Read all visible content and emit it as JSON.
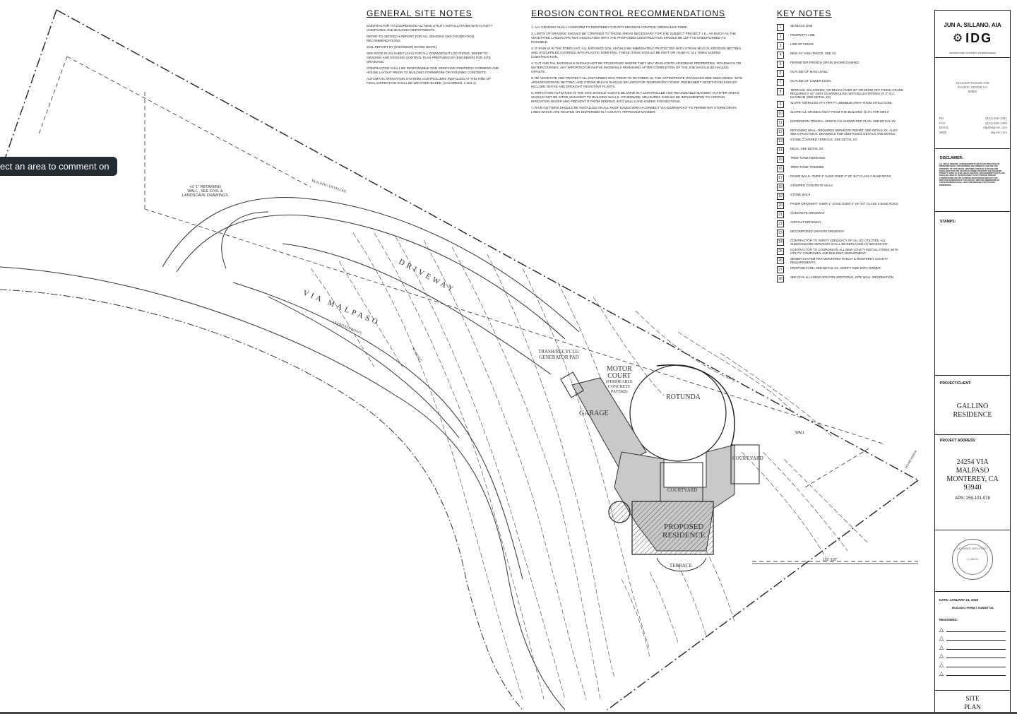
{
  "tooltip": {
    "text": "ect an area to comment on"
  },
  "general_notes": {
    "title": "GENERAL SITE NOTES",
    "items": [
      "CONTRACTOR TO COORDINATE ALL NEW UTILITY INSTALLATIONS WITH UTILITY COMPANIES AND BUILDING DEPARTMENTS.",
      "REFER TO GEOTECH REPORT FOR ALL GRADING AND FOUNDATION RECOMMENDATIONS.",
      "SOIL REPORT BY (ENGINEER) DATED (DATE).",
      "SEE ROOF PLAN SHEET (AXX) FOR ALL DOWNSPOUT LOCATIONS. REFER TO GRADING AND EROSION CONTROL PLAN PREPARED BY (ENGINEER) FOR SITE DRAINAGE.",
      "CONTRACTOR SHALL BE RESPONSIBLE FOR VERIFYING PROPERTY CORNERS AND HOUSE LAYOUT PRIOR TO BUILDING FORMWORK OR POURING CONCRETE.",
      "AUTOMATIC IRRIGATION SYSTEMS CONTROLLERS INSTALLED AT THE TIME OF FINAL INSPECTION SHALL BE WEATHER BASED. (CALGREEN, 4.304.1)"
    ]
  },
  "erosion": {
    "title": "EROSION CONTROL RECOMMENDATIONS",
    "items": [
      "1. ALL GRADING SHALL CONFORM TO MONTEREY COUNTY EROSION CONTROL ORDINANCE #2806.",
      "2. LIMITS OF GRADING SHOULD BE CONFINED TO THOSE AREAS NECESSARY FOR THE SUBJECT PROJECT. I.E., AS MUCH AS THE VEGETATED LANDSCAPE NOT ASSOCIATED WITH THE PROPOSED CONSTRUCTION SHOULD BE LEFT AS UNDISTURBED AS POSSIBLE.",
      "3. IF RAIN IS IN THE FORECAST, ALL EXPOSED SOIL SHOULD BE IMMEDIATELY PROTECTED WITH STRAW MULCH, EROSION NETTING, AND STOCKPILES COVERED WITH PLASTIC SHEETING. THESE ITEMS SHOULD BE KEPT ON HAND AT ALL TIMES DURING CONSTRUCTION.",
      "4. CUT AND FILL MATERIALS SHOULD NOT BE STOCKPILED WHERE THEY MAY WASH ONTO ADJOINING PROPERTIES, ROADWAYS OR WATERCOURSES. ANY IMPORTED OR NATIVE MATERIALS REMAINING AFTER COMPLETION OF THE JOB SHOULD BE HAULED OFFSITE.",
      "5. RE-VEGETATE AND PROTECT ALL DISTURBED SOIL PRIOR TO OCTOBER 15. THE APPROPRIATE GRASS/LEGUME SEED MIXES, JUTE AND/OR EROSION NETTING, AND STRAW MULCH SHOULD BE USED FOR TEMPORARY COVER. PERMANENT VEGETATION SHOULD INCLUDE NATIVE AND DROUGHT RESISTANT PLANTS.",
      "6. IRRIGATION ACTIVITIES AT THE SITE SHOULD ALWAYS BE DONE IN A CONTROLLED AND REASONABLE MANNER. PLANTER AREAS SHOULD NOT BE SITED ADJACENT TO BUILDING WALLS. OTHERWISE, MEASURES SHOULD BE IMPLEMENTED TO CONTAIN IRRIGATION WATER AND PREVENT IT FROM SEEPING INTO WALLS AND UNDER FOUNDATIONS.",
      "7. RAIN GUTTERS SHOULD BE INSTALLED ON ALL ROOF EAVES WHICH CONNECT VIA DOWNSPOUT TO PERIMETER STORM DRAIN LINES WHICH ARE ROUTED OR DISPERSED IN A COUNTY APPROVED MANNER."
    ]
  },
  "key_notes": {
    "title": "KEY NOTES",
    "items": [
      {
        "n": "1",
        "t": "SETBACK LINE"
      },
      {
        "n": "2",
        "t": "PROPERTY LINE"
      },
      {
        "n": "3",
        "t": "LINE OF FENCE"
      },
      {
        "n": "4",
        "t": "NEW XX' HIGH FENCE, SEE XX"
      },
      {
        "n": "5",
        "t": "PERIMETER FRENCH DRAIN SHOWN DASHED"
      },
      {
        "n": "6",
        "t": "OUTLINE OF MAIN LEVEL"
      },
      {
        "n": "7",
        "t": "OUTLINE OF LOWER LEVEL"
      },
      {
        "n": "8",
        "t": "TERRACE, BALCONIES, OR DECKS OVER 30\" OR MORE OFF FINISH GRADE REQUIRES A 42\" HIGH GUARDRAILING WITH BALUSTRADES AT 4\" O.C. MAXIMUM (SEE DETAIL XX)"
      },
      {
        "n": "9",
        "t": "SLOPE TERRACES AT 5 PER FT. MINIMUM AWAY FROM STRUCTURE"
      },
      {
        "n": "10",
        "t": "SLOPE ALL GRADES AWAY FROM THE BUILDING @ 2% FOR MIN 3'"
      },
      {
        "n": "11",
        "t": "DISPERSION TRENCH, LENGTH AS SHOWN PER PLAN, SEE DETAIL XX"
      },
      {
        "n": "12",
        "t": "RETAINING WALL- REQUIRES SEPARATE PERMIT, SEE DETAIL XX, ALSO SEE STRUCTURAL DRAWINGS FOR ADDITIONAL DETAILS AND NOTES."
      },
      {
        "n": "13",
        "t": "STONE COVERED TERRACE, SEE DETAIL XX"
      },
      {
        "n": "14",
        "t": "DECK, SEE DETAIL XX"
      },
      {
        "n": "15",
        "t": "TREE TO BE REMOVED"
      },
      {
        "n": "16",
        "t": "TREE TO BE TRIMMED"
      },
      {
        "n": "17",
        "t": "PAVER WALK- OVER 1\" SAND OVER 2\" OF 3/4\" CLASS II BASE ROCK"
      },
      {
        "n": "18",
        "t": "STAMPED CONCRETE WALK"
      },
      {
        "n": "19",
        "t": "STONE WALK"
      },
      {
        "n": "20",
        "t": "PAVER DRIVEWAY- OVER 1\" SAND OVER 6\" OF 3/4\" CLASS II BASE ROCK"
      },
      {
        "n": "21",
        "t": "CONCRETE DRIVEWAY"
      },
      {
        "n": "22",
        "t": "ASPHALT DRIVEWAY"
      },
      {
        "n": "23",
        "t": "DECOMPOSED GRANITE DRIVEWAY"
      },
      {
        "n": "24",
        "t": "CONTRACTOR TO VERIFY ADEQUACY OF ALL (E) UTILITIES. ALL SUBSTANDARD SERVICES SHALL BE REPLACED AS NECESSARY."
      },
      {
        "n": "25",
        "t": "CONTRACTOR TO COORDINATE ALL NEW UTILITY INSTALLATIONS WITH UTILITY COMPANIES AND BUILDING DEPARTMENT."
      },
      {
        "n": "26",
        "t": "SEWER SYSTEM PER MONTERRA RANCH & MONTEREY COUNTY REQUIREMENTS."
      },
      {
        "n": "27",
        "t": "PROPANE TANK, SEE DETAIL XX, VERIFY SIZE WITH OWNER."
      },
      {
        "n": "28",
        "t": "SEE CIVIL & LANDSCAPE FOR ADDITIONAL SITE WALL INFORMATION."
      }
    ]
  },
  "title_block": {
    "architect": "JUN A. SILLANO, AIA",
    "firm": "IDG",
    "firm_tagline": "ARCHITECTURE • PLANNING • INTERIOR DESIGN",
    "address": [
      "721 LIGHTHOUSE AVE",
      "PACIFIC GROVE CA",
      "93950"
    ],
    "contacts": [
      {
        "k": "PH",
        "v": "(831) 649-1351"
      },
      {
        "k": "FAX",
        "v": "(831) 649-1350"
      },
      {
        "k": "EMAIL",
        "v": "idg@idg-inc.com"
      },
      {
        "k": "WEB",
        "v": "idg-inc.com"
      }
    ],
    "disclaimer_label": "DISCLAIMER:",
    "disclaimer_text": "ALL IDEAS, DESIGNS, ARRANGEMENTS AND PLANS INDICATED OR REPRESENTED BY THIS DRAWING ARE OWNED BY AND ARE THE PROPERTY OF THIS OFFICE AND WERE CREATED, EVOLVED AND DEVELOPED FOR USE ON AND IN CONNECTION WITH THE SPECIFIED PROJECT. NONE OF SUCH IDEAS, DESIGNS, ARRANGEMENTS OR PLANS SHALL BE USED BY OR DISCLOSED TO ANY PERSON, FIRM OR CORPORATION FOR ANY PURPOSE WHATSOEVER WITHOUT THE WRITTEN PERMISSION OF THIS OFFICE. WRITTEN DIMENSIONS ON THESE DRAWINGS SHALL HAVE PRECEDENCE OVER SCALED DIMENSIONS.",
    "stamps_label": "STAMPS:",
    "project_label": "PROJECT/CLIENT:",
    "project_name": [
      "GALLINO",
      "RESIDENCE"
    ],
    "address_label": "PROJECT ADDRESS:",
    "project_address": [
      "24254 VIA",
      "MALPASO",
      "MONTEREY, CA",
      "93940"
    ],
    "apn": "APN:  259-101-078",
    "seal_text": "LICENSED ARCHITECT",
    "seal_number": "C-26075",
    "date": "DATE:  JANUARY 24, 2018",
    "submittal": "BUILDING PERMIT SUBMITTAL",
    "revisions_label": "REVISIONS:",
    "sheet_title": [
      "SITE",
      "PLAN"
    ]
  },
  "plan_labels": {
    "driveway": "DRIVEWAY",
    "via_malpaso": "VIA    MALPASO",
    "private_road": "(A PRIVATE ROAD)",
    "motor_court": [
      "MOTOR",
      "COURT",
      "(PERMEABLE",
      "CONCRETE",
      "PAVERS)"
    ],
    "rotunda": "ROTUNDA",
    "garage": "GARAGE",
    "trash": [
      "TRASH/RECYCLE/",
      "GENERATOR PAD"
    ],
    "courtyard": "COURTYARD",
    "court_yard": "COURT YARD",
    "proposed": [
      "PROPOSED",
      "RESIDENCE"
    ],
    "terrace": "TERRACE",
    "building_envelope": "BUILDING ENVELOPE",
    "retaining_wall": [
      "+2'-1\" RETAINING",
      "WALL , SEE CIVIL &",
      "LANDSCAPE DRAWINGS"
    ],
    "dim_bottom": "102'-105\"",
    "wall": "WALL",
    "found": "FOUND REBAR",
    "ac_road": "AC ROAD"
  },
  "colors": {
    "ink": "#1a1a1a",
    "hatch": "#888888",
    "paving": "#c9c9c9",
    "tooltip": "#232b33"
  }
}
